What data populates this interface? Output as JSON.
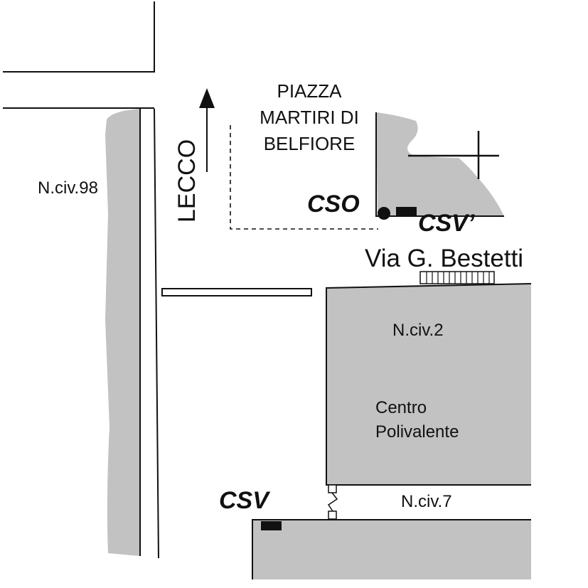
{
  "colors": {
    "building": "#c2c2c2",
    "line": "#111111",
    "marker": "#111111",
    "background": "#ffffff"
  },
  "labels": {
    "civ98": "N.civ.98",
    "piazza": "PIAZZA MARTIRI DI BELFIORE",
    "direction": "LECCO",
    "cso": "CSO",
    "csv_prime": "CSV’",
    "street": "Via G. Bestetti",
    "civ2": "N.civ.2",
    "centre": "Centro Polivalente",
    "csv": "CSV",
    "civ7": "N.civ.7"
  },
  "markers": [
    {
      "id": "CSO",
      "symbol": "round-dot"
    },
    {
      "id": "CSV’",
      "symbol": "rectangle"
    },
    {
      "id": "CSV",
      "symbol": "rectangle"
    }
  ],
  "icons": [
    "north-arrow-icon"
  ]
}
